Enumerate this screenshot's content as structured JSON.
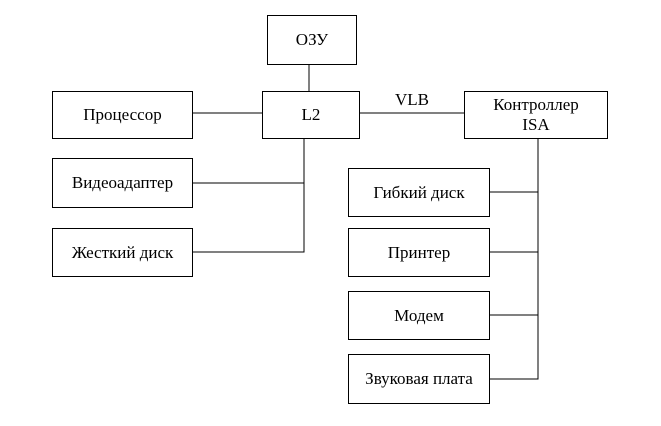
{
  "diagram": {
    "nodes": {
      "ram": "ОЗУ",
      "l2": "L2",
      "cpu": "Процессор",
      "isa_controller": "Контроллер ISA",
      "video": "Видеоадаптер",
      "hdd": "Жесткий диск",
      "floppy": "Гибкий диск",
      "printer": "Принтер",
      "modem": "Модем",
      "sound": "Звуковая плата"
    },
    "bus_label": "VLB",
    "edges": [
      [
        "ram",
        "l2"
      ],
      [
        "cpu",
        "l2"
      ],
      [
        "l2",
        "isa_controller"
      ],
      [
        "l2",
        "video"
      ],
      [
        "l2",
        "hdd"
      ],
      [
        "isa_controller",
        "floppy"
      ],
      [
        "isa_controller",
        "printer"
      ],
      [
        "isa_controller",
        "modem"
      ],
      [
        "isa_controller",
        "sound"
      ]
    ]
  }
}
